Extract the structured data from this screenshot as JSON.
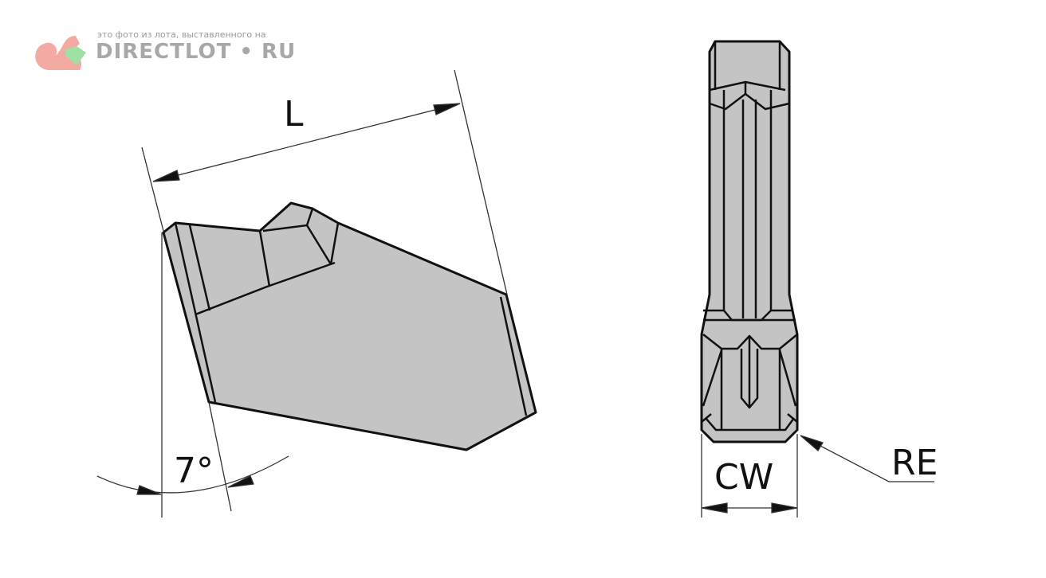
{
  "watermark": {
    "caption": "это фото из лота, выставленного на",
    "brand": "DIRECTLOT • RU"
  },
  "labels": {
    "length": "L",
    "angle": "7°",
    "cutting_width": "CW",
    "corner_radius": "RE"
  },
  "colors": {
    "insert_fill": "#c4c4c4",
    "outline": "#111111",
    "watermark_logo": "#f0a8a0"
  }
}
